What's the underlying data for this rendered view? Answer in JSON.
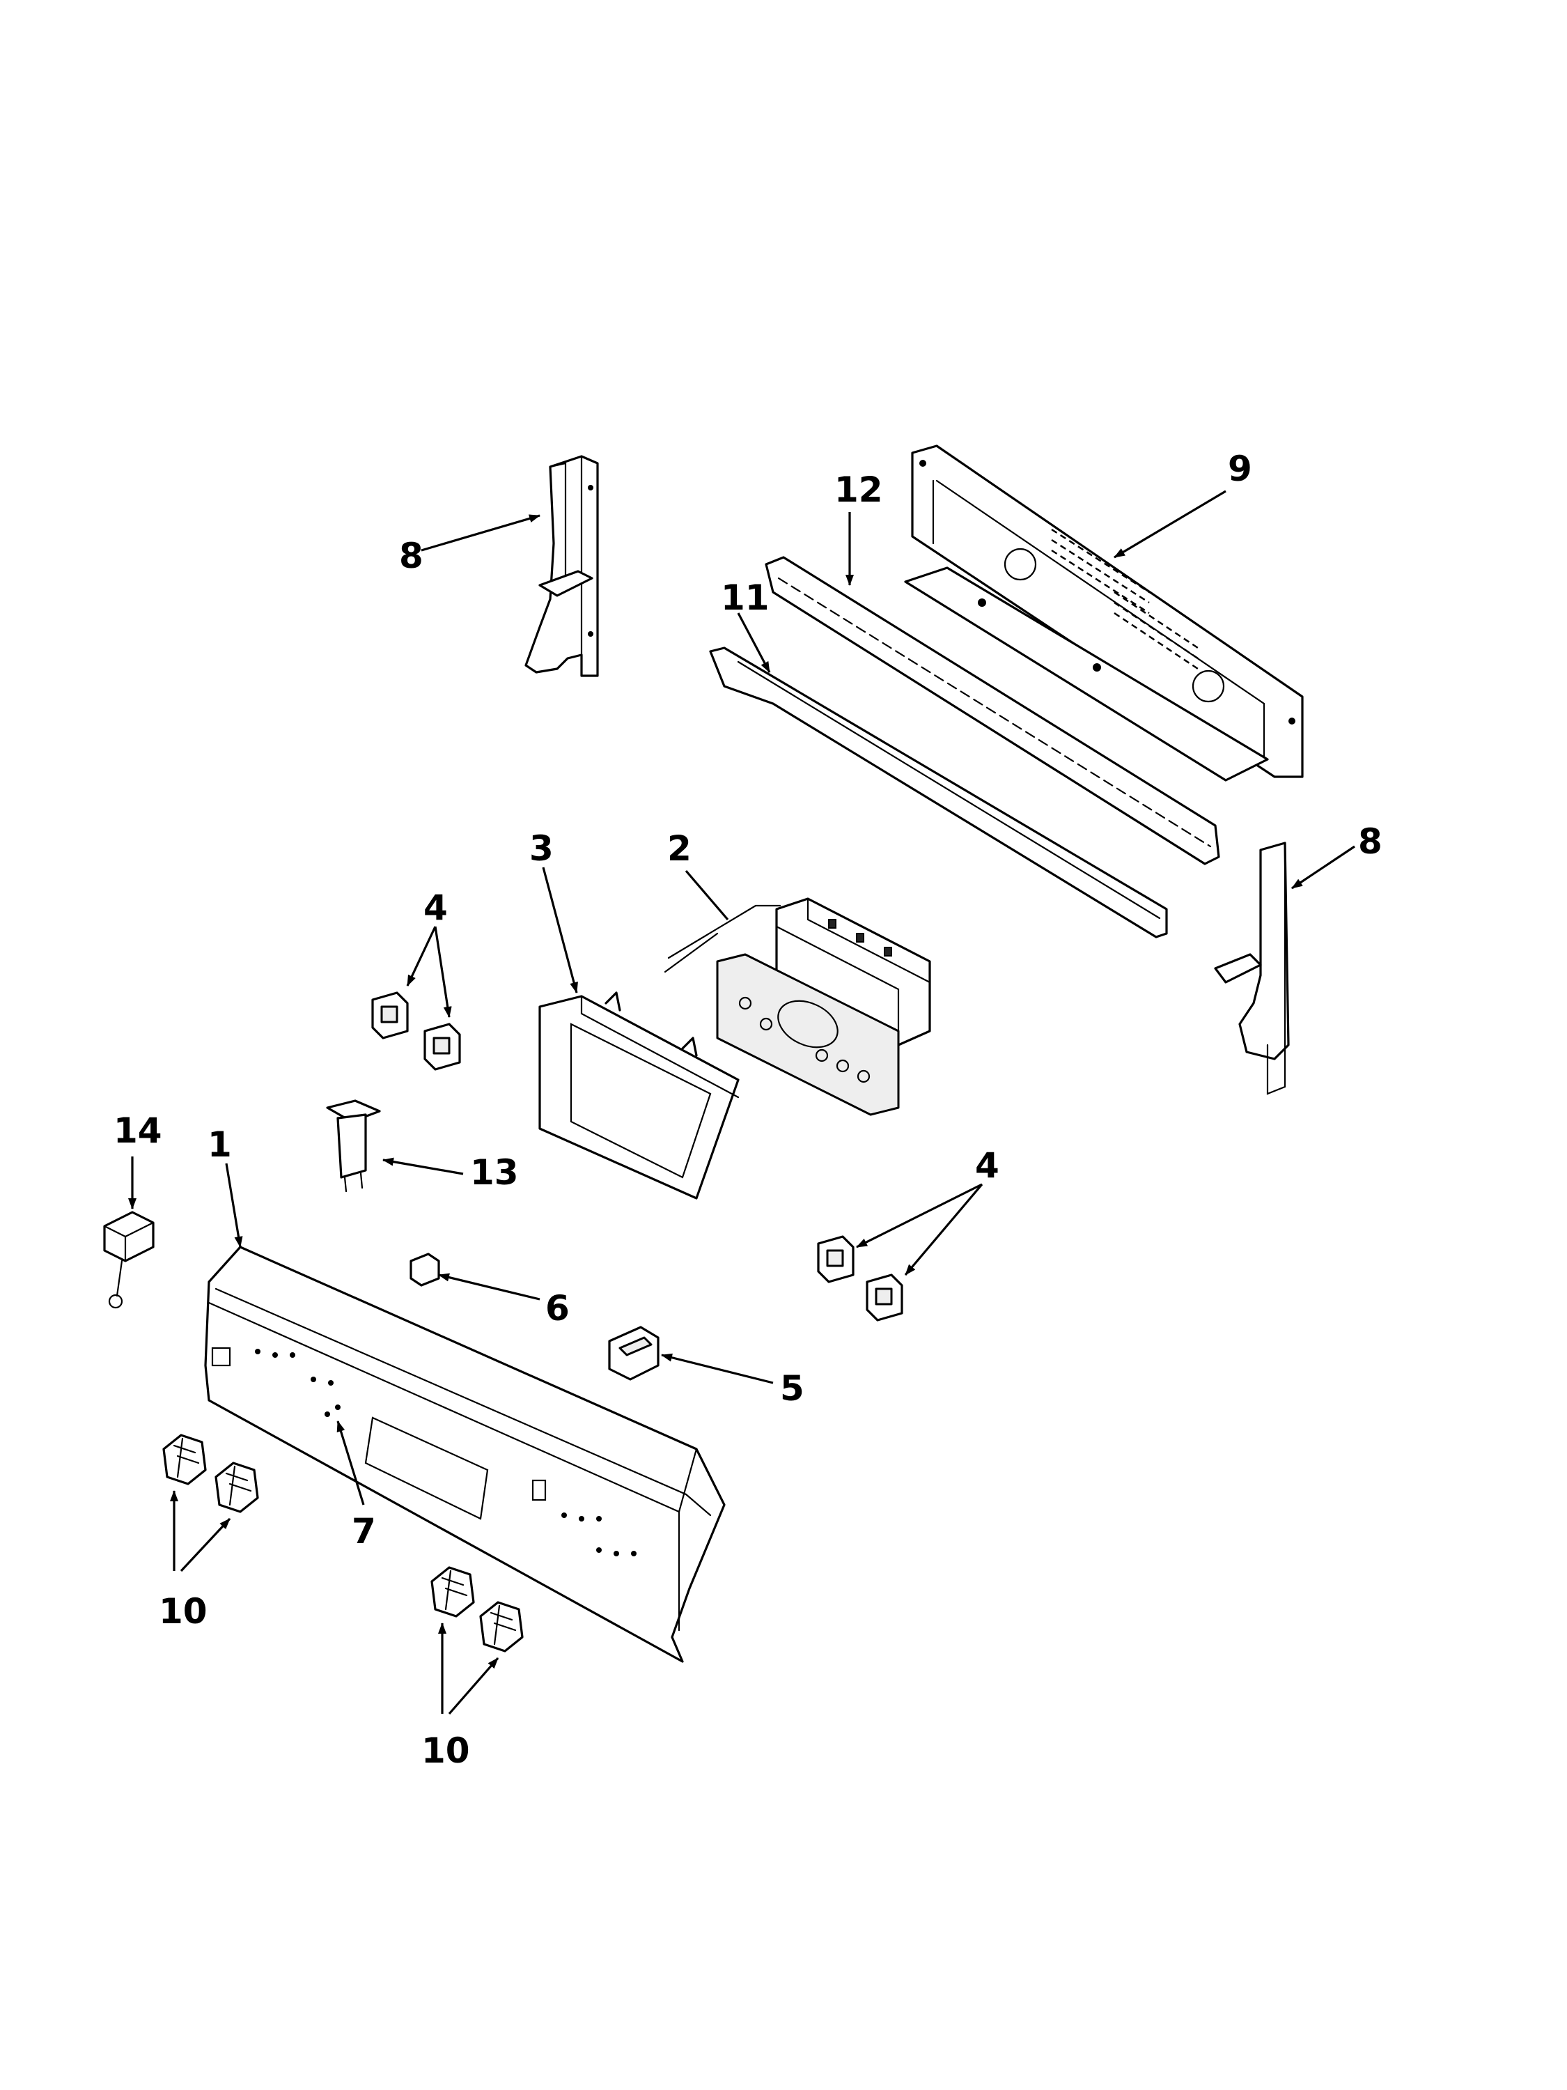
{
  "diagram": {
    "callouts": {
      "c1": "1",
      "c2": "2",
      "c3": "3",
      "c4_top": "4",
      "c4_right": "4",
      "c5": "5",
      "c6": "6",
      "c7": "7",
      "c8_left": "8",
      "c8_right": "8",
      "c9": "9",
      "c10_left": "10",
      "c10_bottom": "10",
      "c11": "11",
      "c12": "12",
      "c13": "13",
      "c14": "14"
    }
  }
}
